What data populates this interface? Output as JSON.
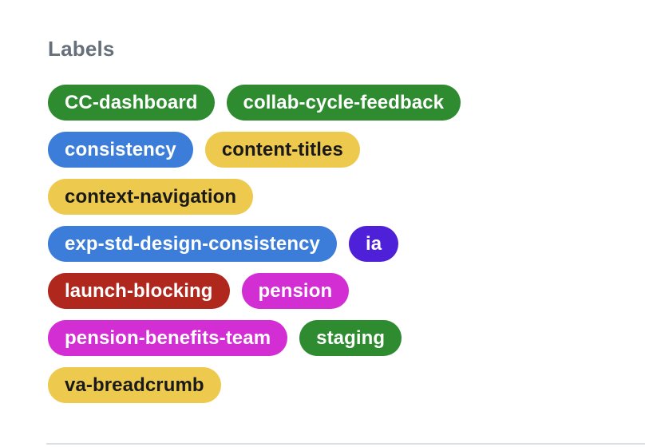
{
  "section": {
    "title": "Labels"
  },
  "palette": {
    "green": {
      "bg": "#2E8B30",
      "fg": "#FFFFFF"
    },
    "blue": {
      "bg": "#3B7DD8",
      "fg": "#FFFFFF"
    },
    "yellow": {
      "bg": "#EDC94E",
      "fg": "#1A1A1A"
    },
    "indigo": {
      "bg": "#4E21D8",
      "fg": "#FFFFFF"
    },
    "red": {
      "bg": "#B0271E",
      "fg": "#FFFFFF"
    },
    "magenta": {
      "bg": "#D32ED3",
      "fg": "#FFFFFF"
    },
    "heading_color": "#66707A",
    "divider_color": "#DBE0E5",
    "background": "#FFFFFF"
  },
  "labels": {
    "rows": [
      [
        {
          "text": "CC-dashboard",
          "color": "green"
        },
        {
          "text": "collab-cycle-feedback",
          "color": "green"
        }
      ],
      [
        {
          "text": "consistency",
          "color": "blue"
        },
        {
          "text": "content-titles",
          "color": "yellow"
        }
      ],
      [
        {
          "text": "context-navigation",
          "color": "yellow"
        }
      ],
      [
        {
          "text": "exp-std-design-consistency",
          "color": "blue"
        },
        {
          "text": "ia",
          "color": "indigo"
        }
      ],
      [
        {
          "text": "launch-blocking",
          "color": "red"
        },
        {
          "text": "pension",
          "color": "magenta"
        }
      ],
      [
        {
          "text": "pension-benefits-team",
          "color": "magenta"
        },
        {
          "text": "staging",
          "color": "green"
        }
      ],
      [
        {
          "text": "va-breadcrumb",
          "color": "yellow"
        }
      ]
    ]
  }
}
